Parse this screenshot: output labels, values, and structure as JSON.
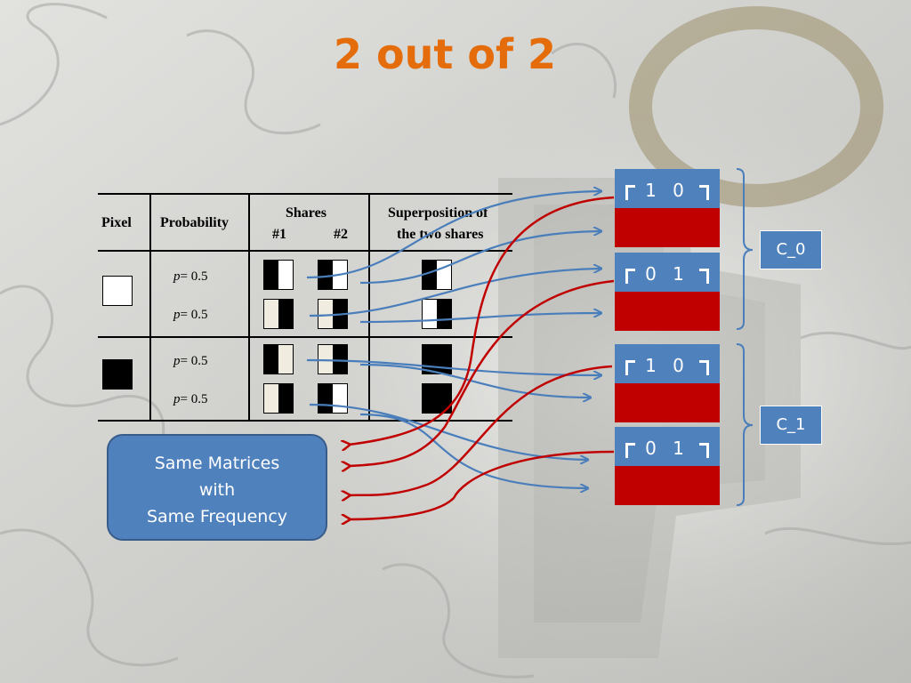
{
  "title": "2 out of 2",
  "table": {
    "headers": {
      "pixel": "Pixel",
      "probability": "Probability",
      "shares": "Shares",
      "share1": "#1",
      "share2": "#2",
      "superposition_line1": "Superposition of",
      "superposition_line2": "the two shares"
    },
    "rows": [
      {
        "prob_var": "p",
        "prob_eq": "= 0.5"
      },
      {
        "prob_var": "p",
        "prob_eq": "= 0.5"
      },
      {
        "prob_var": "p",
        "prob_eq": "= 0.5"
      },
      {
        "prob_var": "p",
        "prob_eq": "= 0.5"
      }
    ]
  },
  "matrices": [
    {
      "values": "1 0"
    },
    {
      "values": "0 1"
    },
    {
      "values": "1 0"
    },
    {
      "values": "0 1"
    }
  ],
  "groups": [
    {
      "label": "C_0"
    },
    {
      "label": "C_1"
    }
  ],
  "callout": {
    "line1": "Same Matrices",
    "line2": "with",
    "line3": "Same Frequency"
  },
  "colors": {
    "title": "#e46c0a",
    "matrix_top": "#4f81bd",
    "matrix_bottom": "#c00000",
    "arrow_blue": "#4a7ebb",
    "arrow_red": "#c00000"
  }
}
